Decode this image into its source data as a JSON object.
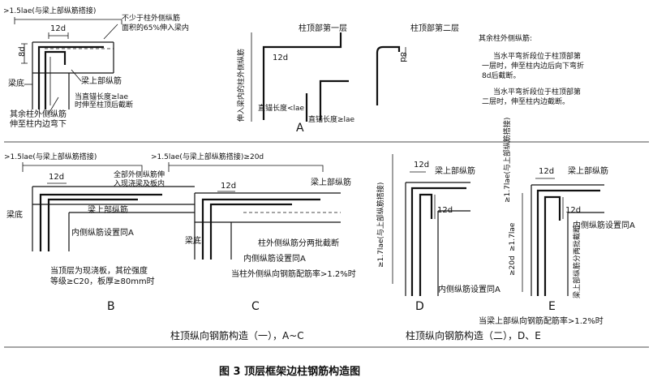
{
  "caption": "图 3   顶层框架边柱钢筋构造图",
  "group_titles": {
    "left": "柱顶纵向钢筋构造（一），A~C",
    "right": "柱顶纵向钢筋构造（二），D、E"
  },
  "panel_letters": {
    "A": "A",
    "B": "B",
    "C": "C",
    "D": "D",
    "E": "E"
  },
  "A": {
    "lap": ">1.5lae(与梁上部纵筋搭接)",
    "min_area_1": "不少于柱外侧纵筋",
    "min_area_2": "面积的65%伸入梁内",
    "d12": "12d",
    "d8": "8d",
    "beam_bottom": "梁底",
    "beam_top_bars": "梁上部纵筋",
    "straight_1": "当直锚长度≥lae",
    "straight_2": "时伸至柱顶后截断",
    "remaining_1": "其余柱外侧纵筋",
    "remaining_2": "伸至柱内边弯下",
    "col_label": "伸入梁内的柱外侧纵筋",
    "top_first": "柱顶部第一层",
    "top_second": "柱顶部第二层",
    "d12_mid": "12d",
    "d8_mid": "8d",
    "straight_less": "直锚长度<lae",
    "straight_ge": "直锚长度≥lae",
    "note_title": "其余柱外侧纵筋:",
    "note_1a": "当水平弯折段位于柱顶部第",
    "note_1b": "一层时，伸至柱内边后向下弯折",
    "note_1c": "8d后截断。",
    "note_2a": "当水平弯折段位于柱顶部第",
    "note_2b": "二层时，伸至柱内边截断。"
  },
  "B": {
    "lap": ">1.5lae(与梁上部纵筋搭接)",
    "all_outer_1": "全部外侧纵筋伸",
    "all_outer_2": "入现浇梁及板内",
    "d12": "12d",
    "beam_top_bars": "梁上部纵筋",
    "beam_bottom": "梁底",
    "inner_same": "内侧纵筋设置同A",
    "cond_1": "当顶层为现浇板，其砼强度",
    "cond_2": "等级≥C20，板厚≥80mm时"
  },
  "C": {
    "lap": ">1.5lae(与梁上部纵筋搭接)≥20d",
    "d12": "12d",
    "beam_top_bars": "梁上部纵筋",
    "beam_bottom": "梁底",
    "two_batches": "柱外侧纵筋分两批截断",
    "inner_same": "内侧纵筋设置同A",
    "cond": "当柱外侧纵向钢筋配筋率>1.2%时"
  },
  "D": {
    "d12_top": "12d",
    "beam_top_bars": "梁上部纵筋",
    "lap_vertical": "≥1.7lae(与上部纵筋搭接)",
    "d12_side": "12d",
    "inner_same": "内侧纵筋设置同A"
  },
  "E": {
    "lap_vertical_top": "≥1.7lae(与上部纵筋搭接)",
    "d12_top": "12d",
    "beam_top_bars": "梁上部纵筋",
    "d12_side": "12d",
    "inner_same": "内侧纵筋设置同A",
    "lap_vertical_1": "≥20d",
    "lap_vertical_2": "≥1.7lae",
    "two_batches_v": "梁上部纵筋分两批截断",
    "cond": "当梁上部纵向钢筋配筋率>1.2%时"
  }
}
